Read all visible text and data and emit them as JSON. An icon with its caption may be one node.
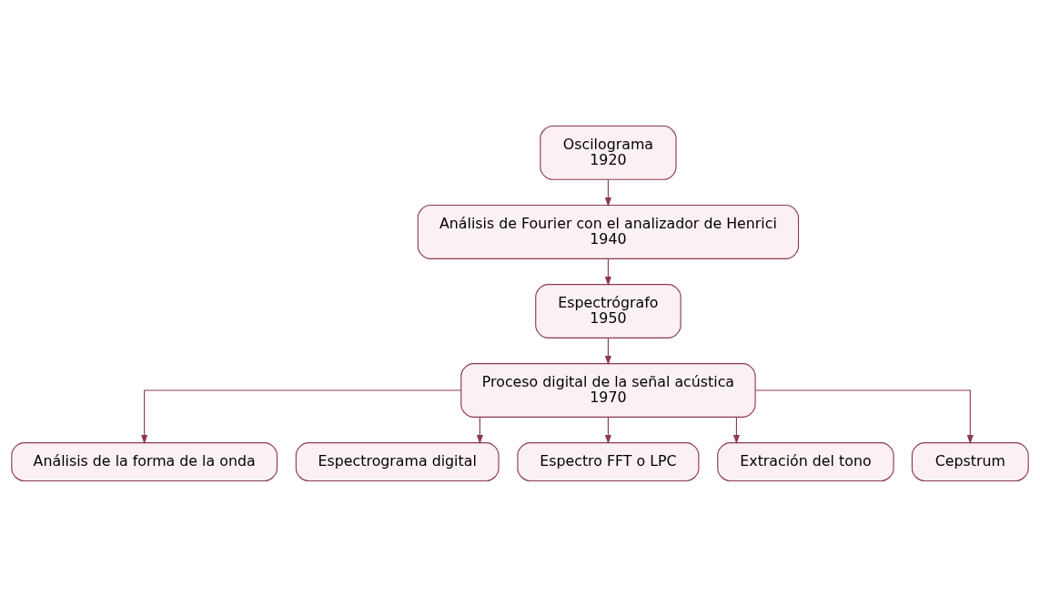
{
  "diagram": {
    "nodes": [
      {
        "text": [
          "Oscilograma",
          "1920"
        ]
      },
      {
        "text": [
          "Análisis de Fourier con el analizador de Henrici",
          "1940"
        ]
      },
      {
        "text": [
          "Espectrógrafo",
          "1950"
        ]
      },
      {
        "text": [
          "Proceso digital de la señal acústica",
          "1970"
        ]
      },
      {
        "text": [
          "Análisis de la forma de la onda"
        ]
      },
      {
        "text": [
          "Espectrograma digital"
        ]
      },
      {
        "text": [
          "Espectro FFT o LPC"
        ]
      },
      {
        "text": [
          "Extración del tono"
        ]
      },
      {
        "text": [
          "Cepstrum"
        ]
      }
    ],
    "edges": [
      {
        "from": 0,
        "to": 1,
        "arrow": "to"
      },
      {
        "from": 1,
        "to": 2,
        "arrow": "to"
      },
      {
        "from": 2,
        "to": 3,
        "arrow": "to"
      },
      {
        "from": 3,
        "to": 4,
        "arrow": "to"
      },
      {
        "from": 3,
        "to": 5,
        "arrow": "to"
      },
      {
        "from": 3,
        "to": 6,
        "arrow": "to"
      },
      {
        "from": 3,
        "to": 7,
        "arrow": "to"
      },
      {
        "from": 3,
        "to": 8,
        "arrow": "to"
      }
    ]
  }
}
